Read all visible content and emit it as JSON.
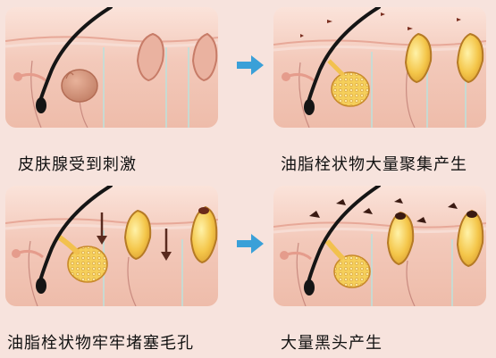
{
  "colors": {
    "background": "#f7e3dd",
    "skin_top": "#f6cfc3",
    "skin_dermis": "#f1c4b4",
    "gland": "#d69a82",
    "sebum": "#f2c14e",
    "hair": "#151515",
    "arrow": "#3aa0d8"
  },
  "steps": [
    {
      "caption": "皮肤腺受到刺激"
    },
    {
      "caption": "油脂栓状物大量聚集产生"
    },
    {
      "caption": "油脂栓状物牢牢堵塞毛孔"
    },
    {
      "caption": "大量黑头产生"
    }
  ]
}
